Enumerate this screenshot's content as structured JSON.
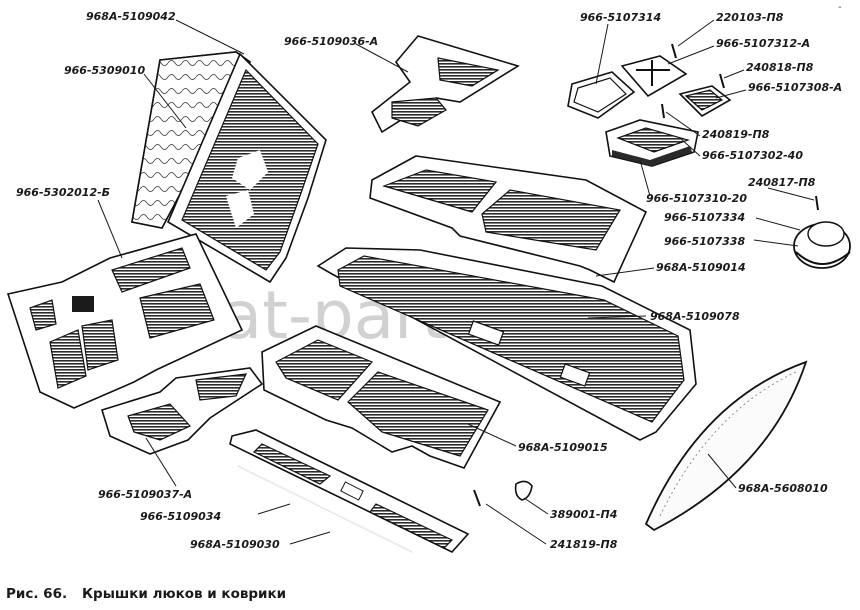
{
  "caption": {
    "figure_number": "Рис. 66.",
    "title": "Крышки люков и коврики"
  },
  "watermark": "ansat-parts.ru",
  "part_labels": {
    "p1": "968А-5109042",
    "p2": "966-5309010",
    "p3": "966-5109036-А",
    "p4": "966-5107314",
    "p5": "220103-П8",
    "p6": "966-5107312-А",
    "p7": "240818-П8",
    "p8": "966-5107308-А",
    "p9": "240819-П8",
    "p10": "966-5107302-40",
    "p11": "966-5107310-20",
    "p12": "240817-П8",
    "p13": "966-5107334",
    "p14": "966-5107338",
    "p15": "966-5302012-Б",
    "p16": "968А-5109014",
    "p17": "968А-5109078",
    "p18": "968А-5109015",
    "p19": "966-5109037-А",
    "p20": "966-5109034",
    "p21": "968А-5109030",
    "p22": "389001-П4",
    "p23": "241819-П8",
    "p24": "968А-5608010"
  }
}
